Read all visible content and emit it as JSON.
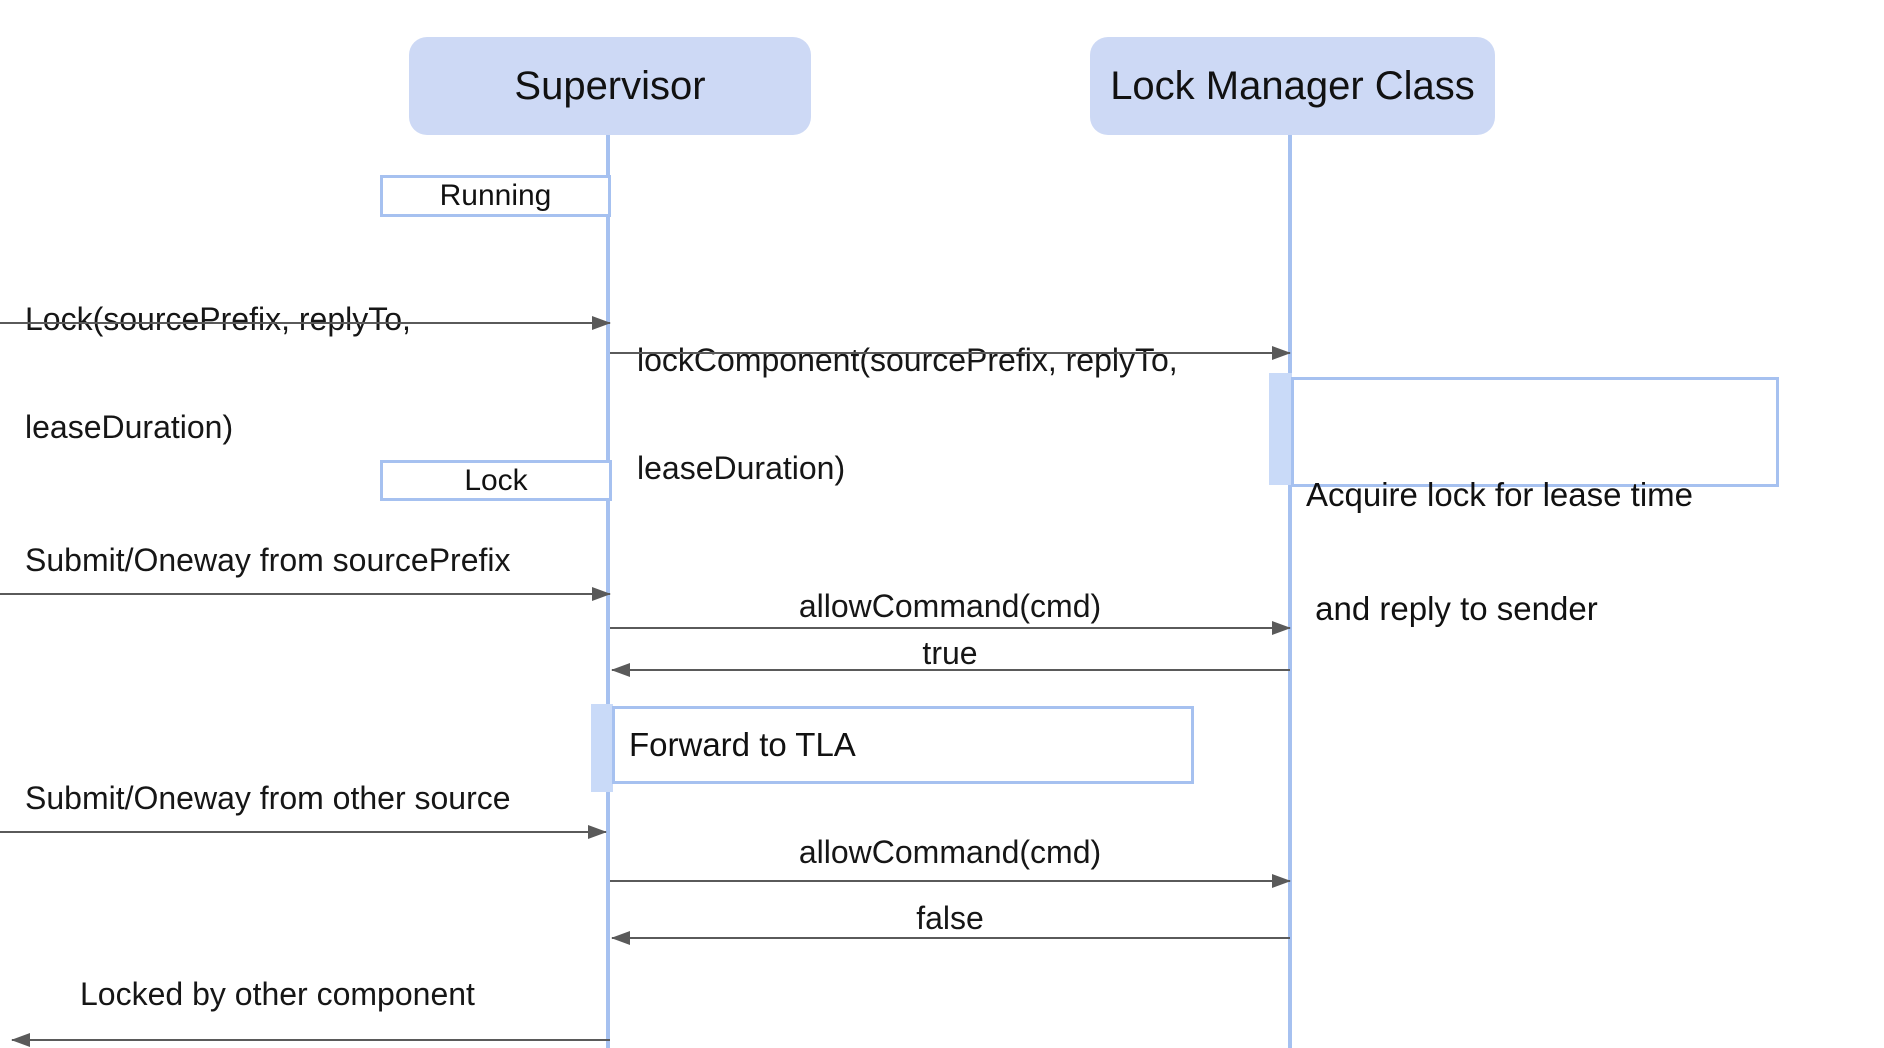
{
  "actors": {
    "supervisor": {
      "label": "Supervisor"
    },
    "lock_manager": {
      "label": "Lock Manager Class"
    }
  },
  "states": {
    "running": {
      "label": "Running"
    },
    "lock": {
      "label": "Lock"
    }
  },
  "notes": {
    "acquire": {
      "line1": "Acquire lock for lease time",
      "line2": " and reply to sender"
    },
    "forward": {
      "label": "Forward to TLA"
    }
  },
  "messages": {
    "lock_request": {
      "line1": "Lock(sourcePrefix, replyTo,",
      "line2": "leaseDuration)"
    },
    "lock_component": {
      "line1": "lockComponent(sourcePrefix, replyTo,",
      "line2": "leaseDuration)"
    },
    "submit_source": {
      "label": "Submit/Oneway from sourcePrefix"
    },
    "allow_command_1": {
      "label": "allowCommand(cmd)"
    },
    "true_reply": {
      "label": "true"
    },
    "submit_other": {
      "label": "Submit/Oneway from other source"
    },
    "allow_command_2": {
      "label": "allowCommand(cmd)"
    },
    "false_reply": {
      "label": "false"
    },
    "locked_by_other": {
      "label": "Locked by other component"
    }
  },
  "colors": {
    "actor_fill": "#cdd9f5",
    "line_blue": "#a6c1f0",
    "activation_fill": "#c9daf8",
    "arrow_gray": "#5a5a5a"
  }
}
